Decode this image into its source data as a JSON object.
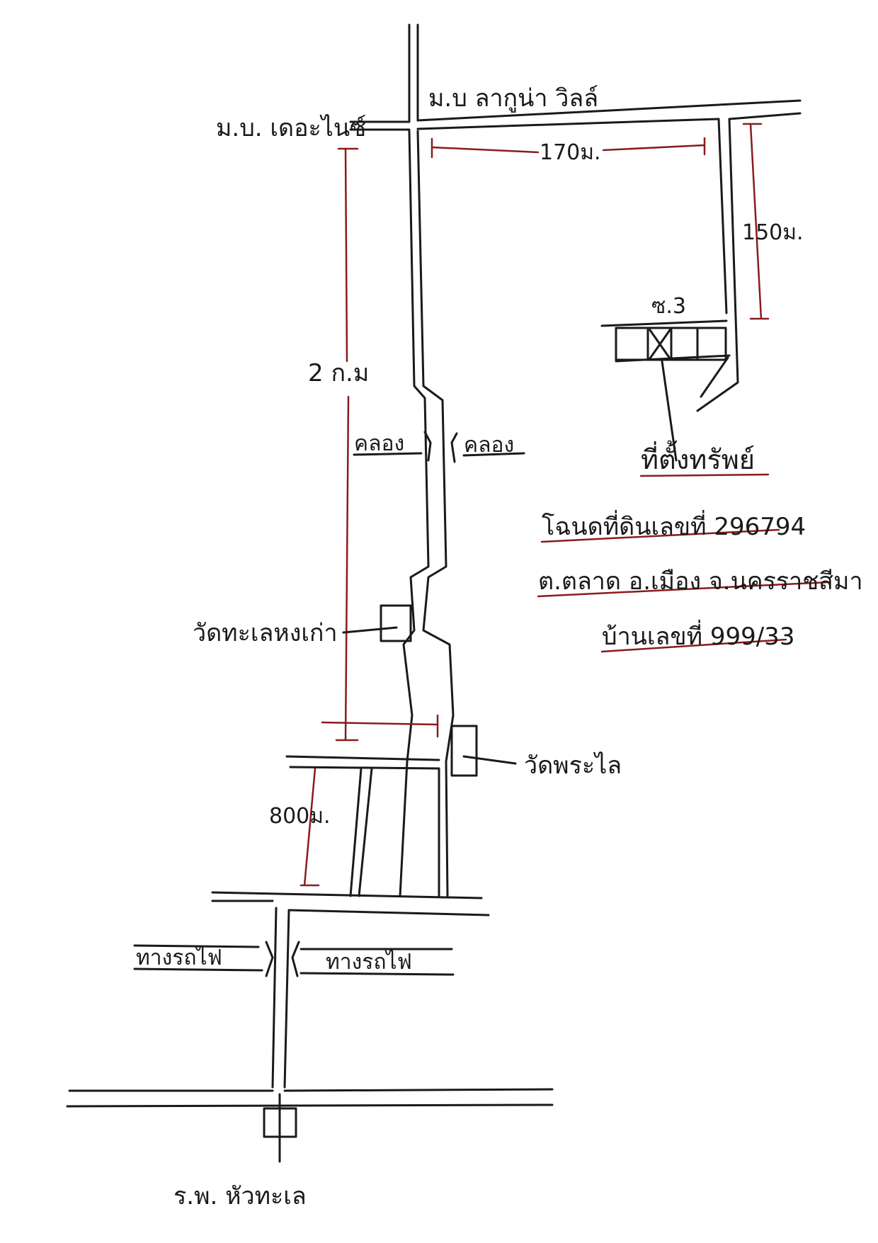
{
  "map": {
    "colors": {
      "ink": "#1a1a1a",
      "dimension": "#8a1c1c",
      "paper": "#ffffff"
    },
    "labels": {
      "village_west": "ม.บ. เดอะไนซ์",
      "village_east": "ม.บ ลากูน่า วิลล์",
      "dist_east": "170ม.",
      "dist_south": "150ม.",
      "soi": "ซ.3",
      "dist_main": "2 ก.ม",
      "canal_left": "คลอง",
      "canal_right": "คลอง",
      "property": "ที่ตั้งทรัพย์",
      "deed": "โฉนดที่ดินเลขที่ 296794",
      "location": "ต.ตลาด อ.เมือง จ.นครราชสีมา",
      "house_no": "บ้านเลขที่ 999/33",
      "temple_north": "วัดทะเลหงเก่า",
      "temple_south": "วัดพระไล",
      "dist_lower": "800ม.",
      "rail_left": "ทางรถไฟ",
      "rail_right": "ทางรถไฟ",
      "hospital": "ร.พ. หัวทะเล"
    }
  }
}
